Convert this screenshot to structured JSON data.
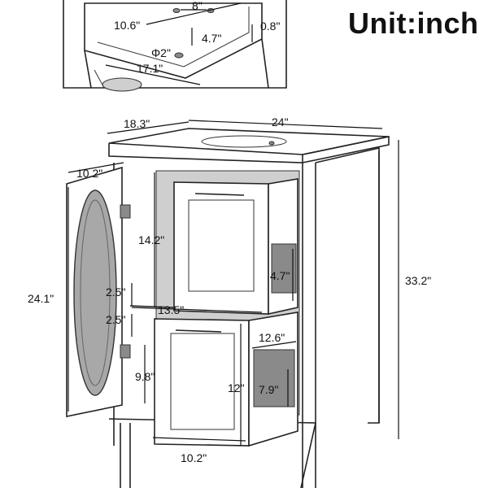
{
  "unit_label": "Unit:inch",
  "inset_dimensions": {
    "faucet_spacing": "8\"",
    "bowl_width": "10.6\"",
    "bowl_depth": "4.7\"",
    "rim_thickness": "0.8\"",
    "drain_diameter": "Φ2\"",
    "basin_width": "17.1\""
  },
  "overall_dimensions": {
    "depth": "18.3\"",
    "width": "24\"",
    "height": "33.2\""
  },
  "door_dimensions": {
    "door_width": "10.2\"",
    "door_height": "24.1\""
  },
  "drawer_dimensions": {
    "upper_drawer_height": "14.2\"",
    "upper_drawer_depth": "4.7\"",
    "shelf_gap_upper": "2.5\"",
    "shelf_gap_lower": "2.5\"",
    "interior_width": "13.5\"",
    "lower_drawer_length": "12.6\"",
    "lower_drawer_depth": "7.9\"",
    "lower_drawer_height": "12\"",
    "bottom_clearance": "9.8\"",
    "drawer_front_width": "10.2\""
  },
  "colors": {
    "line": "#222222",
    "shade": "#8a8a8a",
    "background": "#ffffff"
  }
}
